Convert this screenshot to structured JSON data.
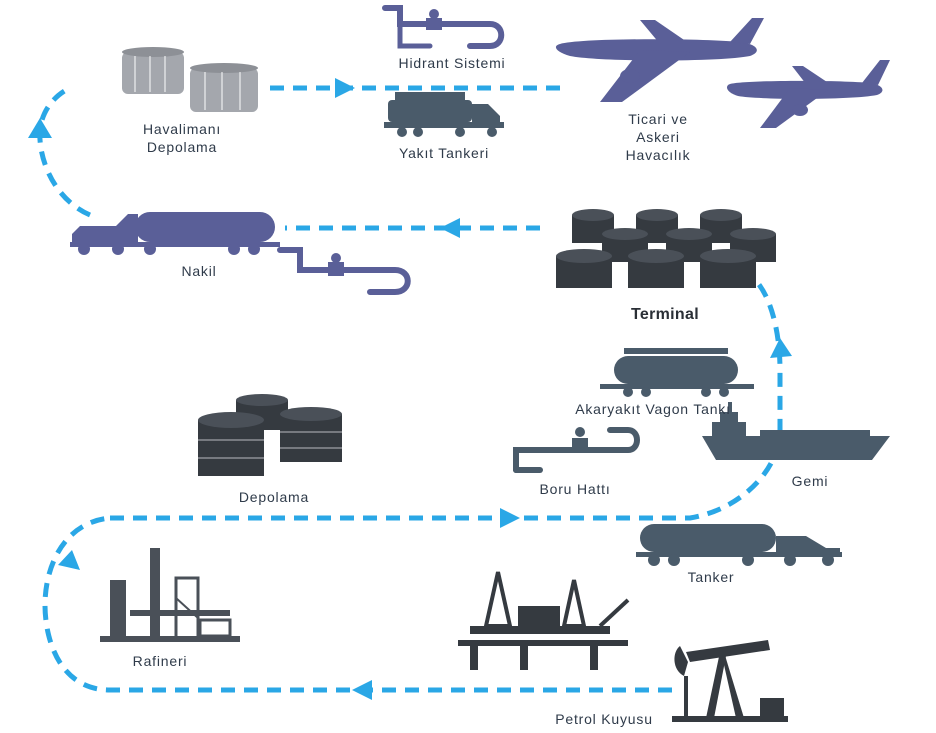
{
  "colors": {
    "route": "#2aa7e6",
    "navy": "#5a5f98",
    "slate": "#4a5b6a",
    "dark": "#353a40",
    "grey": "#8d9096"
  },
  "icons": {
    "hydrant_pipe": "pipe-valve-icon",
    "fuel_truck": "fuel-truck-icon",
    "airport_tanks": "storage-tanks-icon",
    "aircraft": "airplane-icon",
    "transfer_truck": "tanker-truck-icon",
    "terminal": "terminal-tanks-icon",
    "rail_tank": "rail-tank-car-icon",
    "ship": "ship-icon",
    "pipeline": "pipeline-valve-icon",
    "storage": "storage-drums-icon",
    "tanker": "tanker-truck-icon",
    "refinery": "refinery-icon",
    "offshore": "offshore-rig-icon",
    "pumpjack": "pumpjack-icon"
  },
  "labels": {
    "hydrant": "Hidrant Sistemi",
    "fuel_truck": "Yakıt Tankeri",
    "airport_storage_l1": "Havalimanı",
    "airport_storage_l2": "Depolama",
    "aviation_l1": "Ticari ve",
    "aviation_l2": "Askeri",
    "aviation_l3": "Havacılık",
    "transport": "Nakil",
    "terminal": "Terminal",
    "rail_tank": "Akaryakıt Vagon Tankı",
    "ship": "Gemi",
    "pipeline": "Boru Hattı",
    "storage": "Depolama",
    "tanker": "Tanker",
    "refinery": "Rafineri",
    "well": "Petrol Kuyusu"
  }
}
